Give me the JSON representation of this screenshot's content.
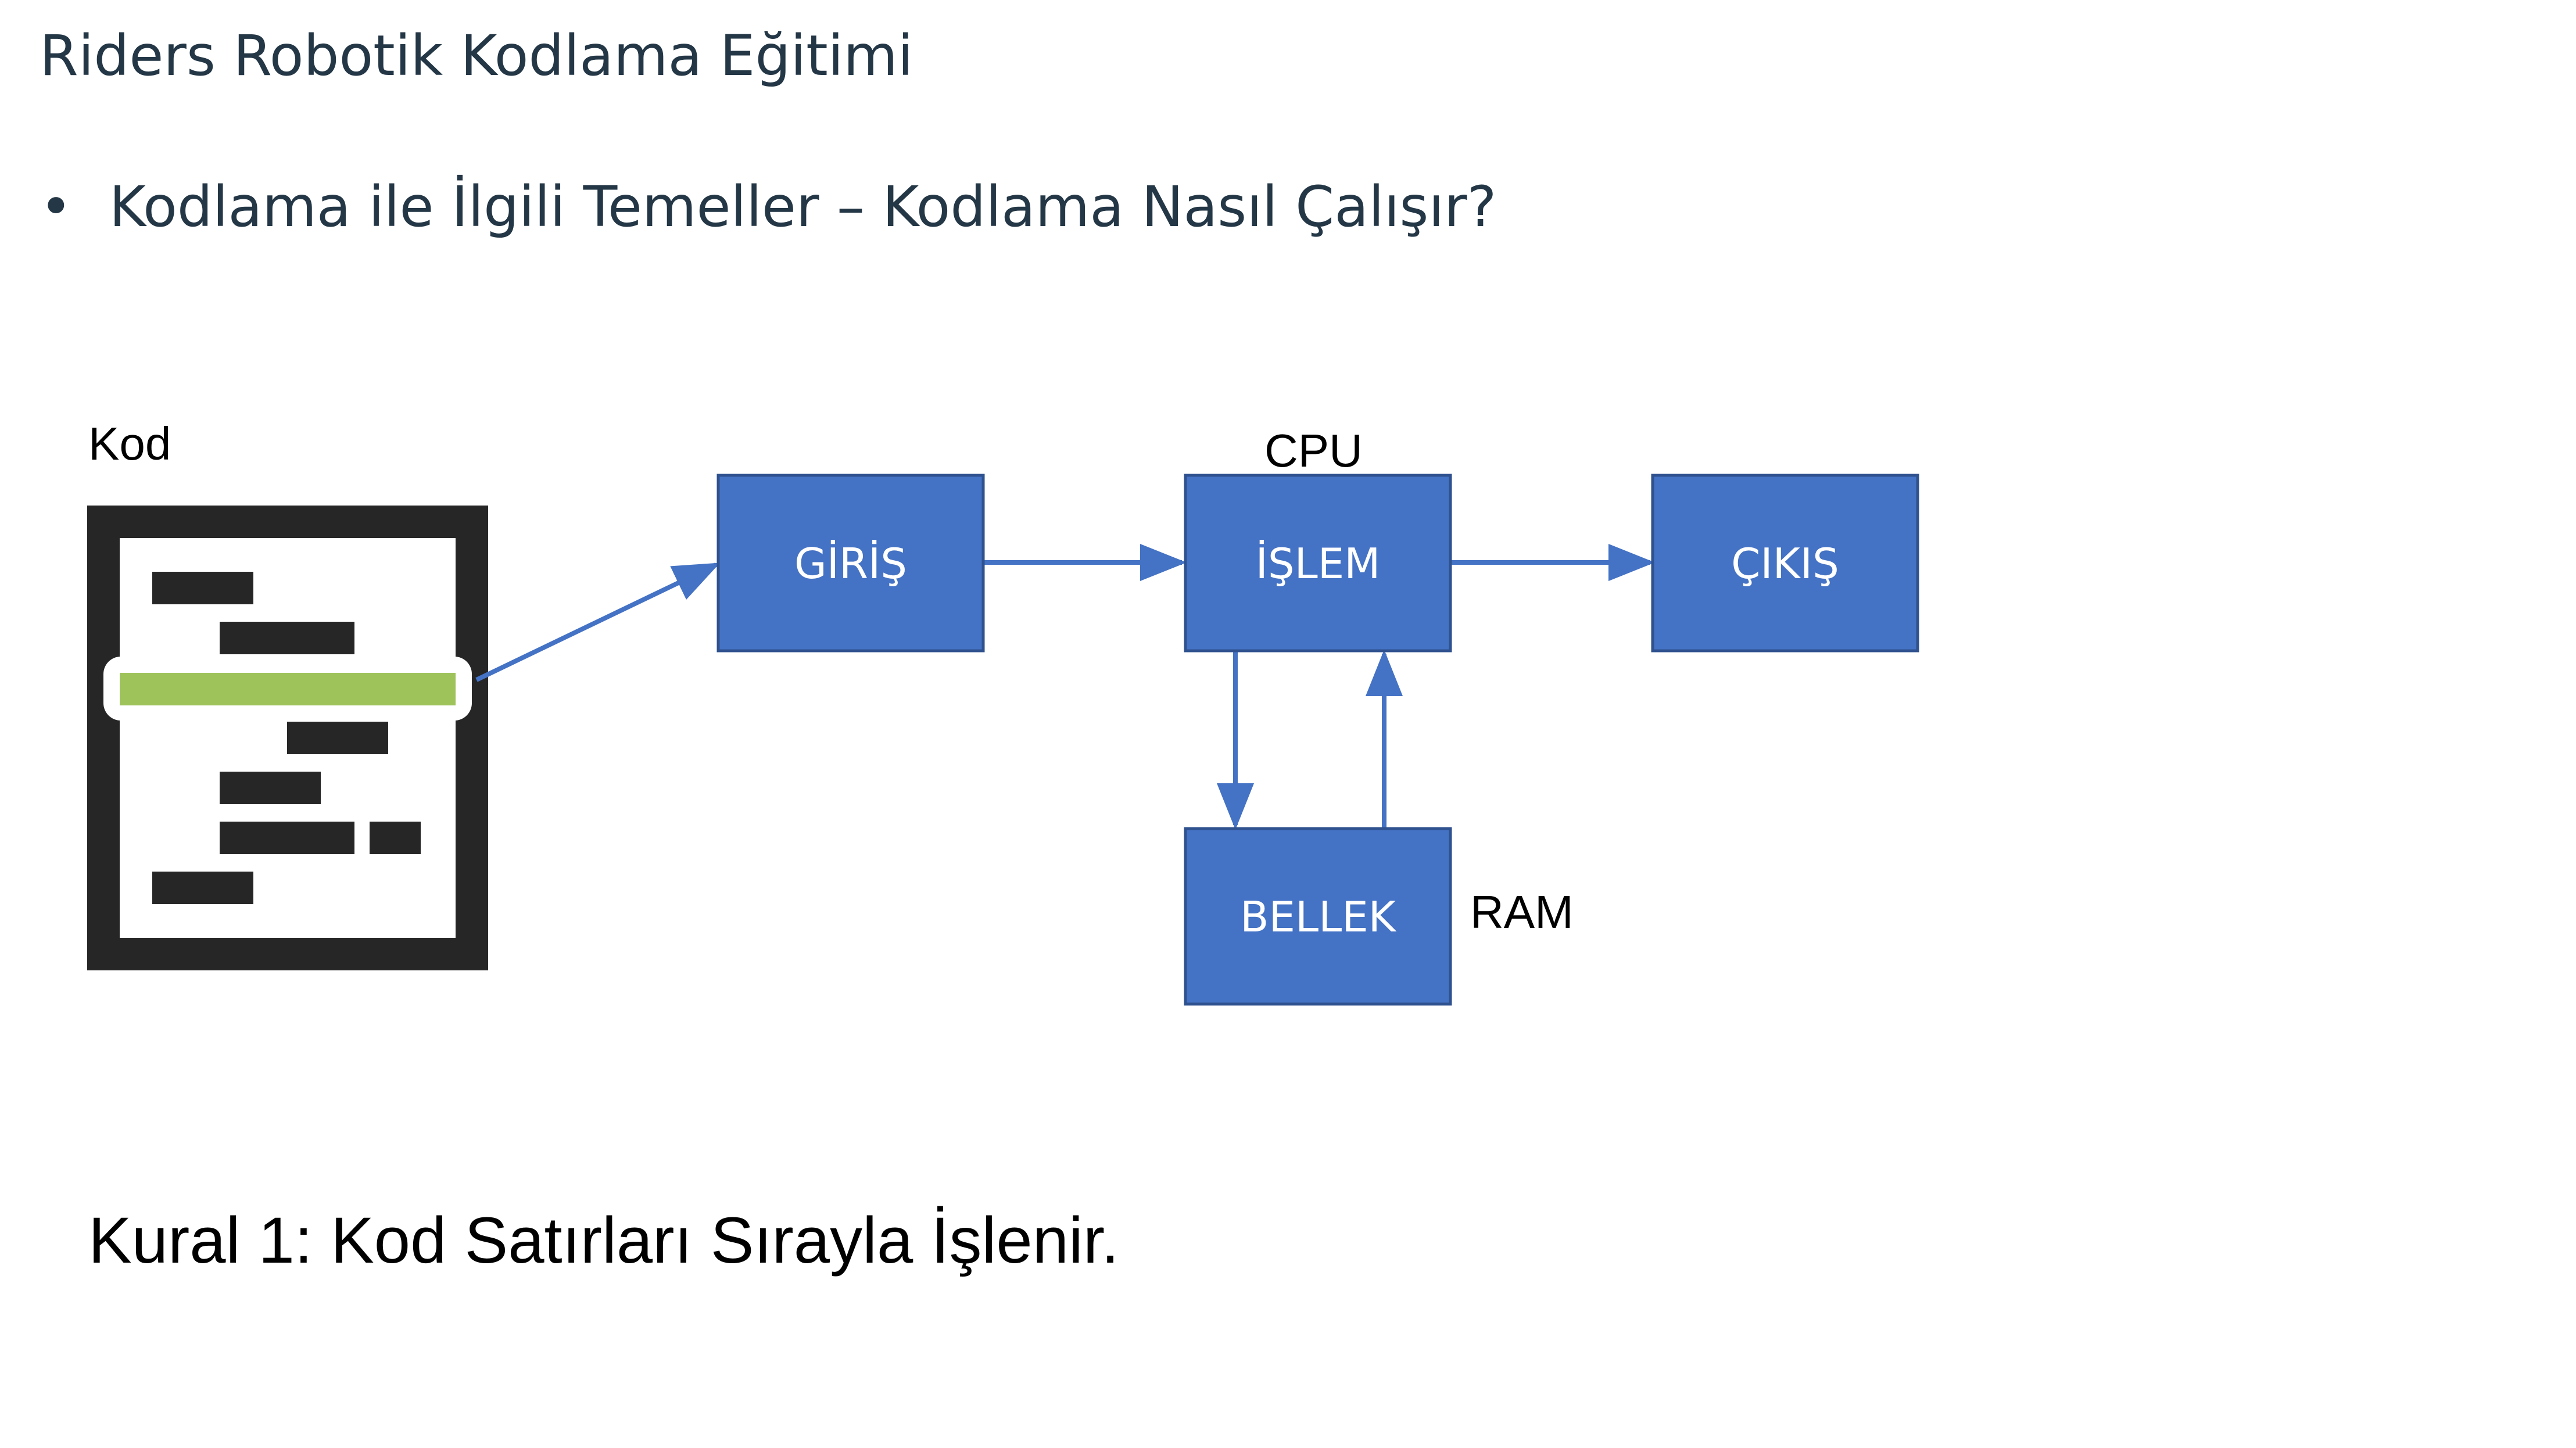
{
  "slide": {
    "title": "Riders Robotik Kodlama Eğitimi",
    "bullet_symbol": "•",
    "bullet_text": "Kodlama ile İlgili Temeller – Kodlama Nasıl Çalışır?",
    "rule": "Kural 1: Kod Satırları Sırayla İşlenir."
  },
  "diagram": {
    "code_label": "Kod",
    "cpu_label": "CPU",
    "ram_label": "RAM",
    "boxes": {
      "input": "GİRİŞ",
      "process": "İŞLEM",
      "output": "ÇIKIŞ",
      "memory": "BELLEK"
    }
  },
  "colors": {
    "box_fill": "#4472C4",
    "box_border": "#2F528F",
    "arrow": "#4472C4",
    "highlight_line": "#9DC35A",
    "code_frame": "#262626",
    "title_text": "#243746"
  },
  "icons": {
    "code_document": "code-document-icon"
  }
}
